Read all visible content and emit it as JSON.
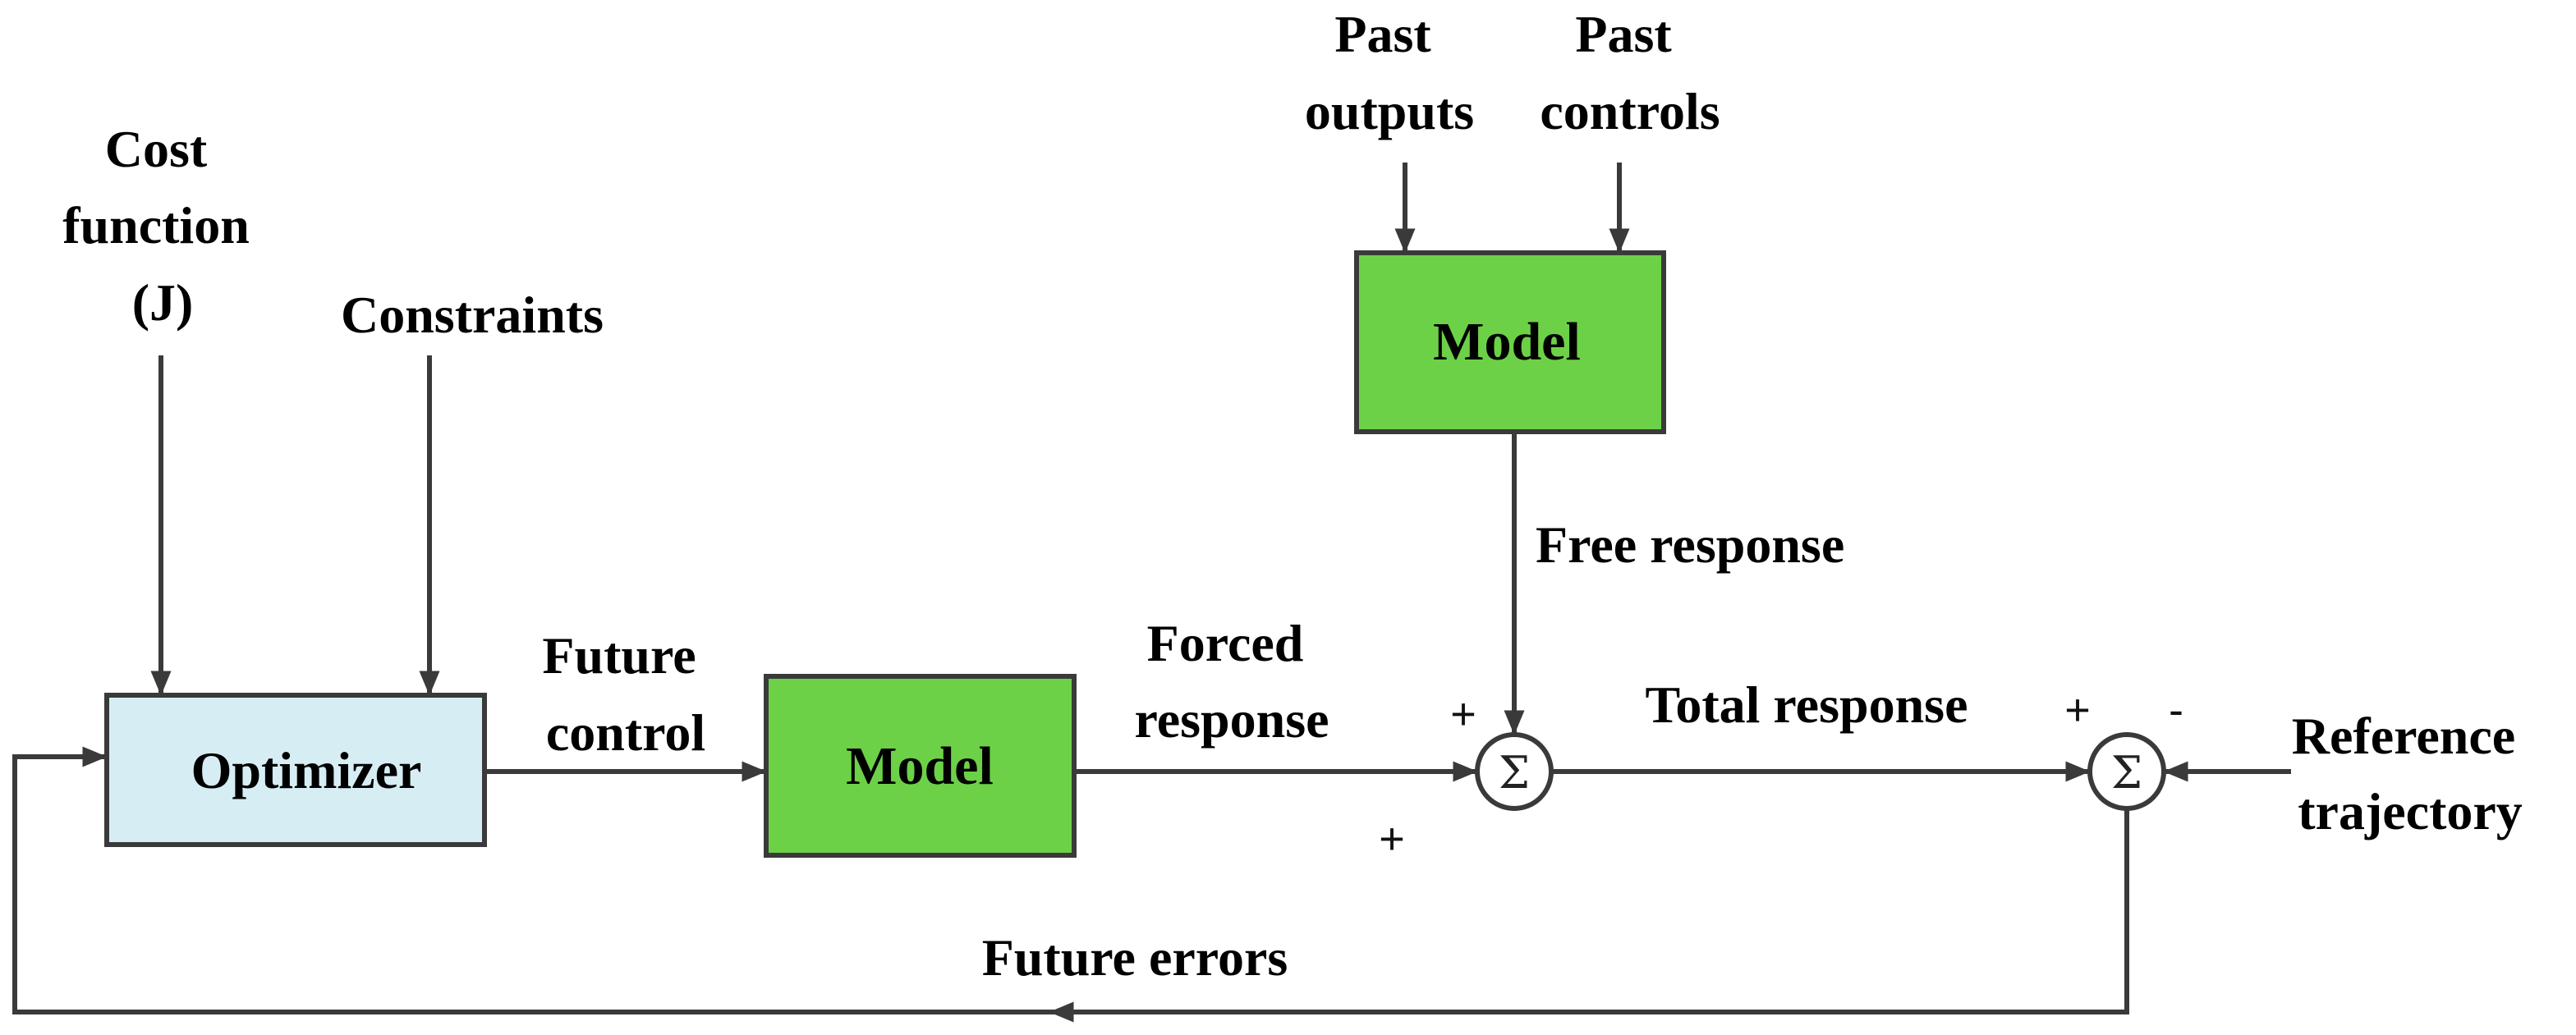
{
  "labels": {
    "cost_function": [
      "Cost",
      "function",
      "(J)"
    ],
    "constraints": "Constraints",
    "future_control": [
      "Future",
      "control"
    ],
    "forced_response": [
      "Forced",
      "response"
    ],
    "past_outputs": [
      "Past",
      "outputs"
    ],
    "past_controls": [
      "Past",
      "controls"
    ],
    "free_response": "Free response",
    "total_response": "Total response",
    "reference_trajectory": [
      "Reference",
      "trajectory"
    ],
    "future_errors": "Future errors"
  },
  "blocks": {
    "optimizer": "Optimizer",
    "model_top": "Model",
    "model_main": "Model"
  },
  "summers": {
    "symbol": "Σ",
    "sum1_signs": {
      "top": "+",
      "bottom": "+"
    },
    "sum2_signs": {
      "left": "+",
      "right": "-"
    }
  },
  "colors": {
    "optimizer_fill": "#d6edf3",
    "model_fill": "#6cd147",
    "wire": "#3a3a3a",
    "block_stroke": "#3a3a3a"
  }
}
